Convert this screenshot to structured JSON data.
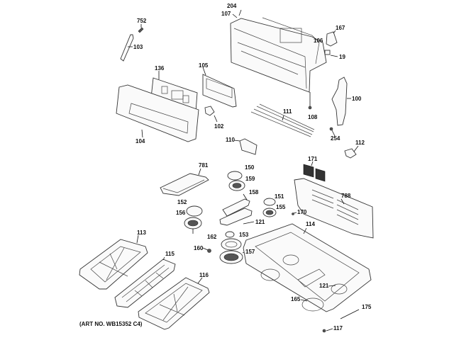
{
  "diagram": {
    "title": "Gas range control panel and cooktop exploded parts diagram",
    "art_number": "(ART NO. WB15352 C4)",
    "labels": {
      "p752": "752",
      "p103": "103",
      "p204": "204",
      "p107": "107",
      "p167": "167",
      "p106": "106",
      "p19": "19",
      "p136": "136",
      "p105": "105",
      "p100": "100",
      "p102": "102",
      "p104": "104",
      "p111": "111",
      "p108": "108",
      "p254": "254",
      "p110": "110",
      "p112": "112",
      "p171": "171",
      "p781": "781",
      "p150": "150",
      "p159": "159",
      "p158": "158",
      "p788": "788",
      "p151": "151",
      "p155": "155",
      "p152": "152",
      "p156": "156",
      "p170": "170",
      "p121a": "121",
      "p114": "114",
      "p113": "113",
      "p162": "162",
      "p153": "153",
      "p115": "115",
      "p160": "160",
      "p157": "157",
      "p116": "116",
      "p121b": "121",
      "p165": "165",
      "p175": "175",
      "p117": "117"
    }
  }
}
